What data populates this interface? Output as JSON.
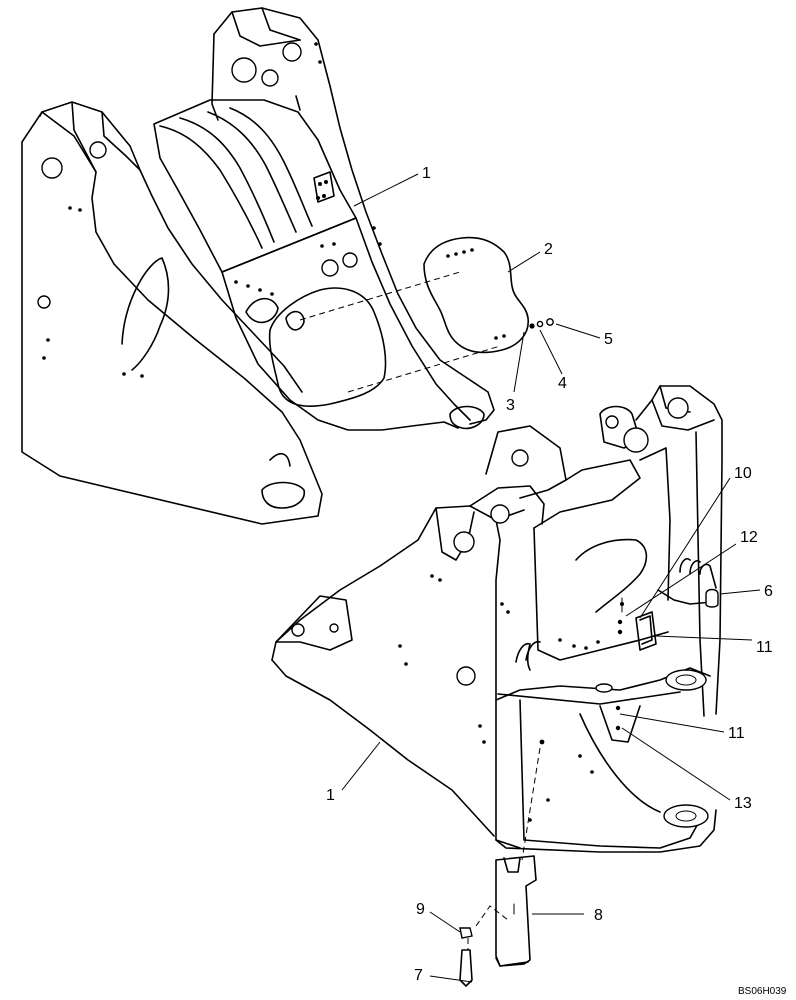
{
  "figure_ref": "BS06H039",
  "callouts": {
    "c1_top": "1",
    "c2": "2",
    "c3": "3",
    "c4": "4",
    "c5": "5",
    "c6": "6",
    "c7": "7",
    "c8": "8",
    "c9": "9",
    "c10": "10",
    "c11_a": "11",
    "c11_b": "11",
    "c12": "12",
    "c13": "13",
    "c1_bottom": "1"
  }
}
